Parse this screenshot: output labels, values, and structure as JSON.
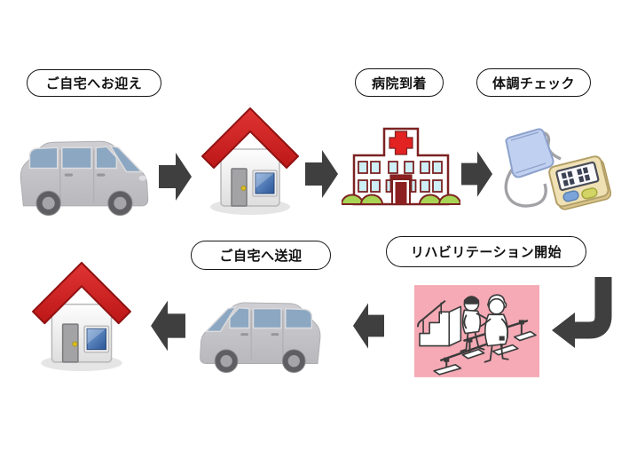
{
  "diagram": {
    "kind": "process-flow",
    "description_visible_labels_only": true,
    "steps": [
      {
        "label": "ご自宅へお迎え",
        "icon": "van-icon"
      },
      {
        "label": "",
        "icon": "home-icon"
      },
      {
        "label": "病院到着",
        "icon": "hospital-icon"
      },
      {
        "label": "体調チェック",
        "icon": "blood-pressure-monitor-icon"
      },
      {
        "label": "リハビリテーション開始",
        "icon": "rehabilitation-illustration"
      },
      {
        "label": "ご自宅へ送迎",
        "icon": "van-icon"
      },
      {
        "label": "",
        "icon": "home-icon"
      }
    ],
    "arrows": [
      "right",
      "right",
      "right",
      "down-left-curve",
      "left",
      "left"
    ]
  },
  "labels": {
    "pickup": "ご自宅へお迎え",
    "hospital_arrival": "病院到着",
    "health_check": "体調チェック",
    "rehab_start": "リハビリテーション開始",
    "dropoff": "ご自宅へ送迎"
  },
  "icons": {
    "van": "van-icon",
    "home": "home-icon",
    "hospital": "hospital-icon",
    "blood_pressure_monitor": "blood-pressure-monitor-icon",
    "rehabilitation": "rehabilitation-illustration",
    "arrow_right": "arrow-right-icon",
    "arrow_left": "arrow-left-icon",
    "arrow_curve": "arrow-down-left-icon"
  },
  "colors": {
    "arrow": "#3f3f3f",
    "bubble_border": "#151515",
    "roof_red": "#d42020",
    "hospital_outline": "#7c2222",
    "cross_red": "#e32222",
    "hospital_window_blue": "#cdeff6",
    "bush_green": "#a8d455",
    "van_body": "#c6c6ca",
    "van_window_blue": "#8ca7c2",
    "house_window_blue": "#2c5796",
    "cuff_blue": "#c0d0f0",
    "device_beige": "#efe1b4",
    "button_blue": "#7ba5da",
    "button_green": "#d2d465",
    "rehab_background": "#f5aab5"
  }
}
